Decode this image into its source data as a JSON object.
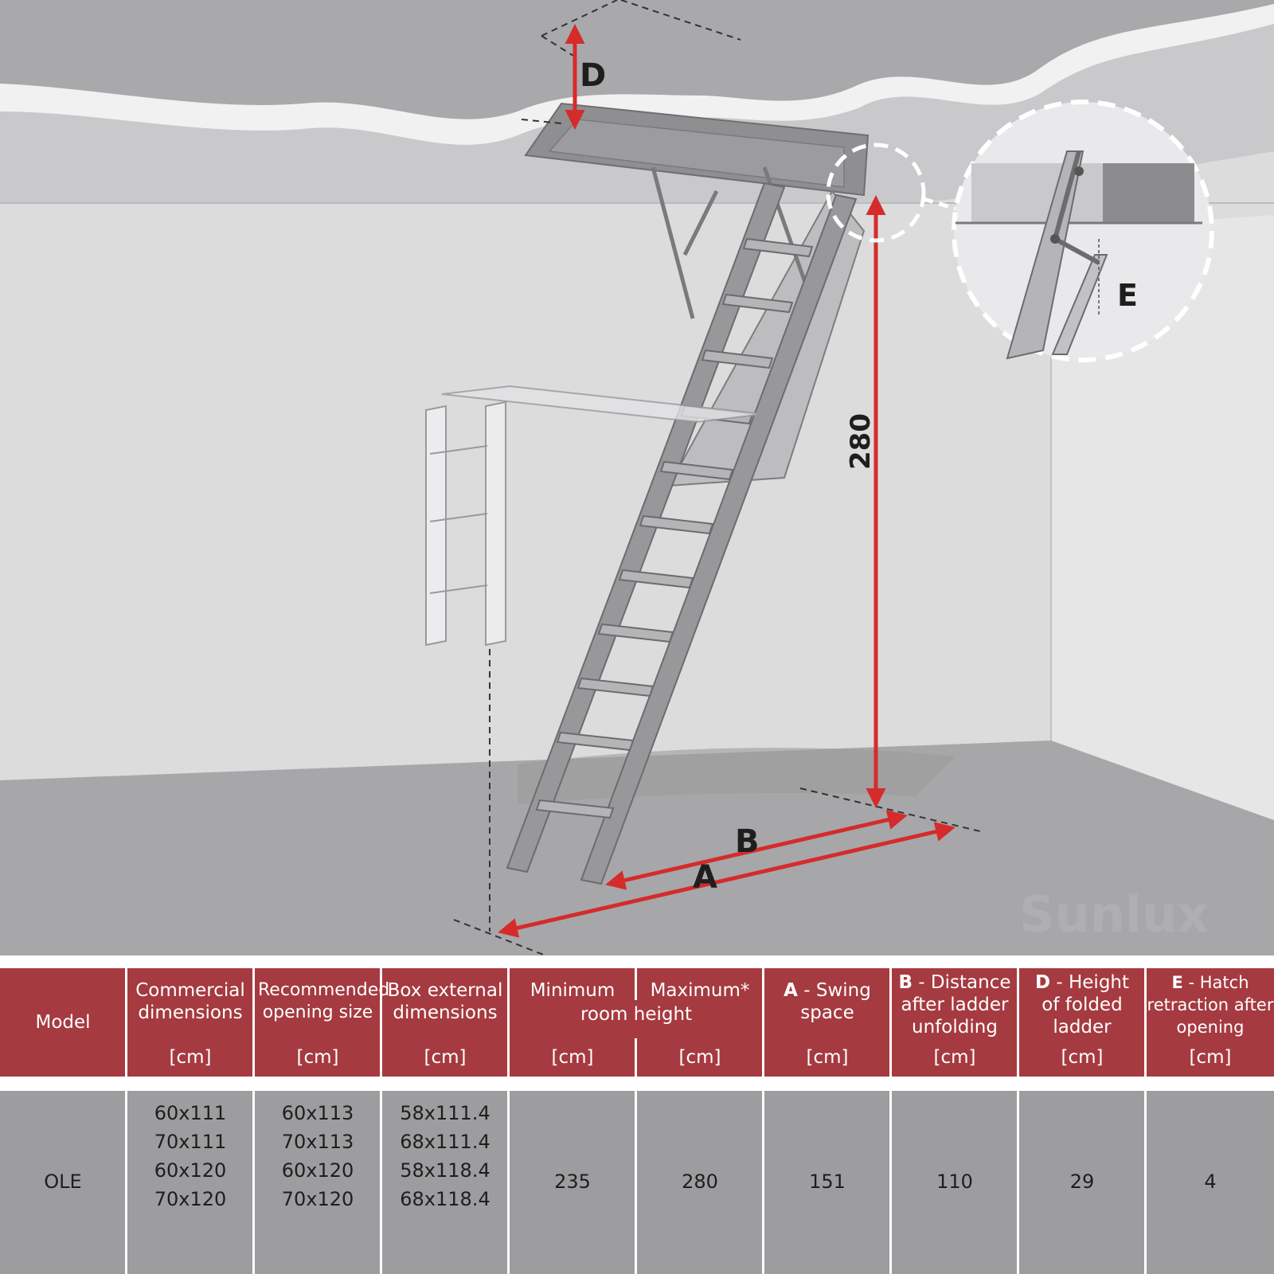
{
  "illustration": {
    "dimension_labels": {
      "D": "D",
      "E": "E",
      "A": "A",
      "B": "B",
      "height": "280"
    },
    "watermark": "Sunlux",
    "colors": {
      "arrow": "#d62b2b",
      "ceiling": "#a9a9ab",
      "wall": "#dcdcdc",
      "floor": "#a3a3a5",
      "ladder": "#8e8e90"
    }
  },
  "table": {
    "headers": [
      {
        "title": "Model",
        "unit": ""
      },
      {
        "title": "Commercial dimensions",
        "unit": "[cm]"
      },
      {
        "title": "Recommended opening size",
        "unit": "[cm]"
      },
      {
        "title": "Box external dimensions",
        "unit": "[cm]"
      },
      {
        "title": "Minimum",
        "unit": "[cm]"
      },
      {
        "title": "Maximum*",
        "unit": "[cm]"
      },
      {
        "title_bold": "A",
        "title_rest": " - Swing space",
        "unit": "[cm]"
      },
      {
        "title_bold": "B",
        "title_rest": " - Distance after ladder unfolding",
        "unit": "[cm]"
      },
      {
        "title_bold": "D",
        "title_rest": " - Height of folded ladder",
        "unit": "[cm]"
      },
      {
        "title_bold": "E",
        "title_rest": " - Hatch retraction after opening",
        "unit": "[cm]"
      }
    ],
    "room_height_label": "room height",
    "row": {
      "model": "OLE",
      "commercial_dimensions": [
        "60x111",
        "70x111",
        "60x120",
        "70x120"
      ],
      "opening_size": [
        "60x113",
        "70x113",
        "60x120",
        "70x120"
      ],
      "box_dimensions": [
        "58x111.4",
        "68x111.4",
        "58x118.4",
        "68x118.4"
      ],
      "min_room_height": "235",
      "max_room_height": "280",
      "swing_space": "151",
      "distance_after_unfolding": "110",
      "height_folded": "29",
      "hatch_retraction": "4"
    }
  }
}
